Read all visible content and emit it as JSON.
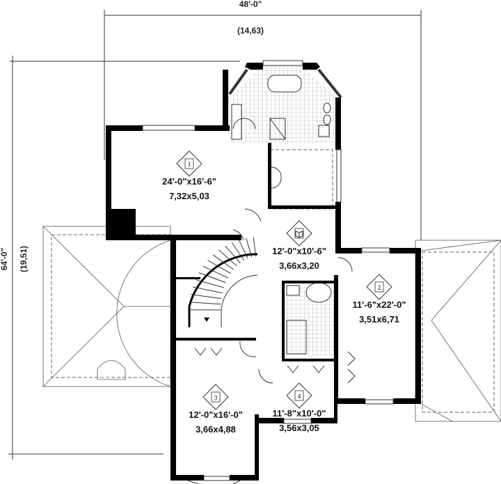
{
  "dimensions": {
    "width_imperial": "48'-0\"",
    "width_metric": "(14,63)",
    "depth_imperial": "64'-0\"",
    "depth_metric": "(19,51)"
  },
  "rooms": [
    {
      "icon": "bedroom-1-icon",
      "number": "1",
      "size_imperial": "24'-0\"x16'-6\"",
      "size_metric": "7,32x5,03"
    },
    {
      "icon": "library-book-icon",
      "number": "",
      "size_imperial": "12'-0\"x10'-6\"",
      "size_metric": "3,66x3,20"
    },
    {
      "icon": "bedroom-2-icon",
      "number": "2",
      "size_imperial": "11'-6\"x22'-0\"",
      "size_metric": "3,51x6,71"
    },
    {
      "icon": "bedroom-3-icon",
      "number": "3",
      "size_imperial": "12'-0\"x16'-0\"",
      "size_metric": "3,66x4,88"
    },
    {
      "icon": "bedroom-4-icon",
      "number": "4",
      "size_imperial": "11'-8\"x10'-0\"",
      "size_metric": "3,56x3,05"
    }
  ]
}
